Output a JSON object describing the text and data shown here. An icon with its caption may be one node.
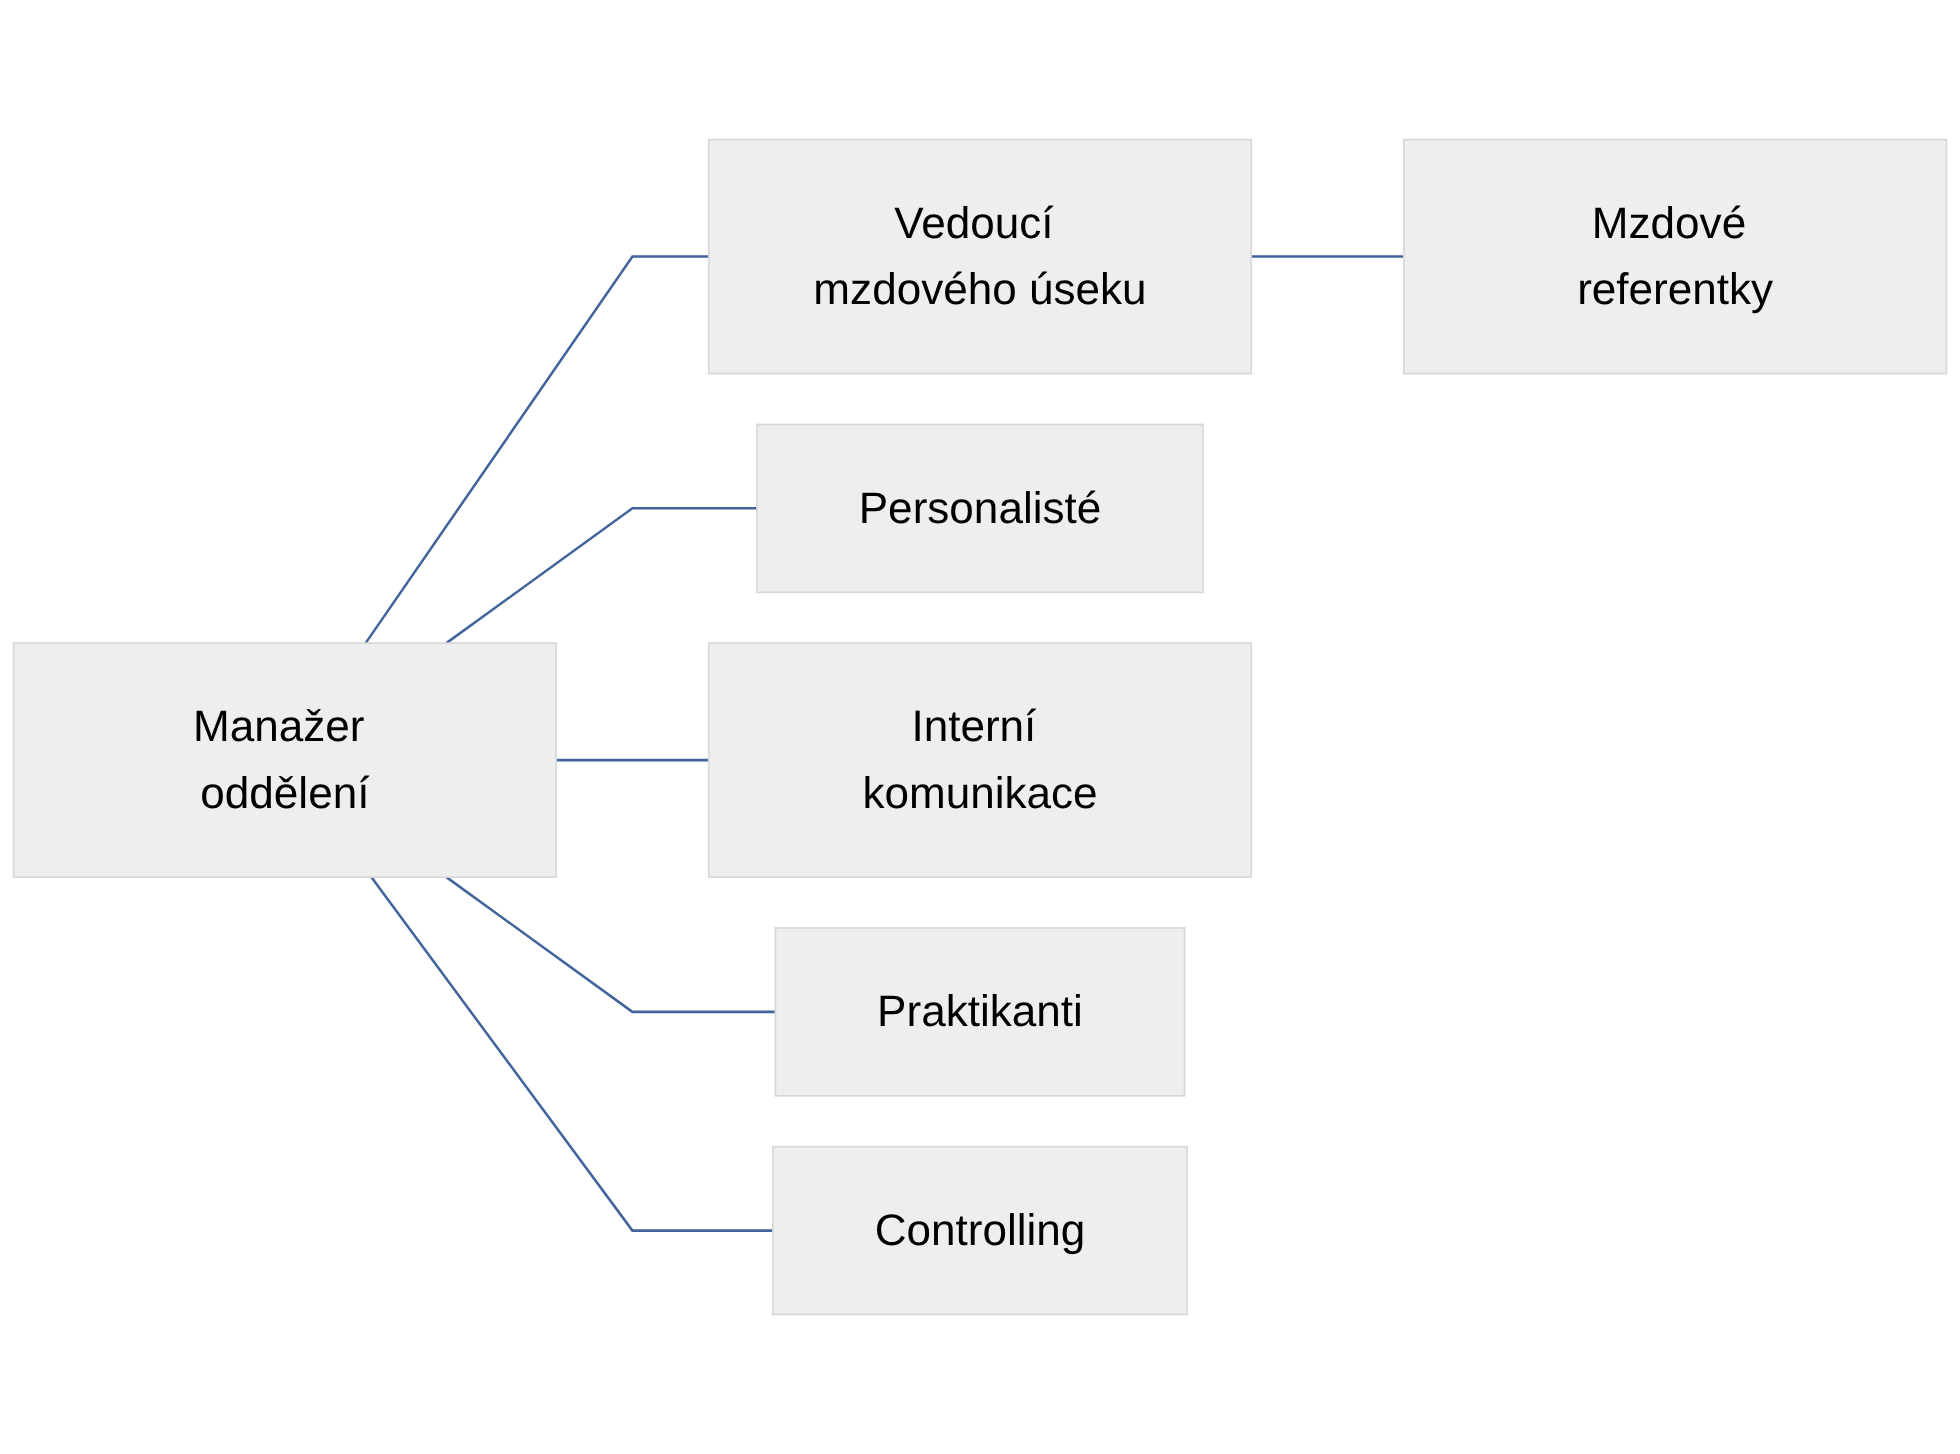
{
  "diagram": {
    "nodes": [
      {
        "text": [
          "Manažer oddělení"
        ]
      },
      {
        "text": [
          "Vedoucí mzdového úseku"
        ]
      },
      {
        "text": [
          "Mzdové referentky"
        ]
      },
      {
        "text": [
          "Personalisté"
        ]
      },
      {
        "text": [
          "Interní komunikace"
        ]
      },
      {
        "text": [
          "Praktikanti"
        ]
      },
      {
        "text": [
          "Controlling"
        ]
      }
    ],
    "edges": [
      {
        "from": 0,
        "to": 1,
        "arrow": "none"
      },
      {
        "from": 1,
        "to": 2,
        "arrow": "none"
      },
      {
        "from": 0,
        "to": 3,
        "arrow": "none"
      },
      {
        "from": 0,
        "to": 4,
        "arrow": "none"
      },
      {
        "from": 0,
        "to": 5,
        "arrow": "none"
      },
      {
        "from": 0,
        "to": 6,
        "arrow": "none"
      }
    ]
  }
}
